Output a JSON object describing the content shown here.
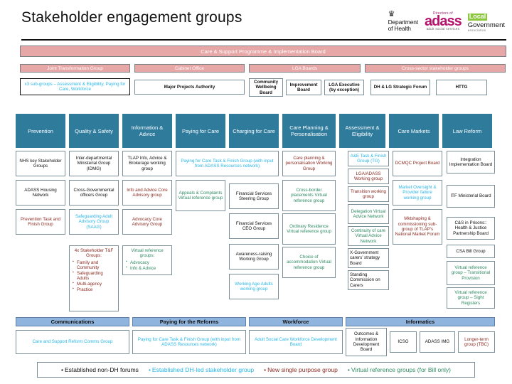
{
  "header": {
    "title": "Stakeholder engagement groups",
    "logos": [
      {
        "name": "department-of-health-logo",
        "crown": "♛",
        "line1": "Department",
        "line2": "of Health"
      },
      {
        "name": "adass-logo",
        "top": "Directors of",
        "word": "adass",
        "sub": "adult social services"
      },
      {
        "name": "local-government-association-logo",
        "line1": "Local",
        "line2": "Government",
        "line3": "association"
      }
    ]
  },
  "top": {
    "programme_board": "Care & Support Programme & Implementation Board",
    "streams": [
      "Joint Transformation Group",
      "Cabinet Office",
      "LGA Boards",
      "Cross-sector stakeholder groups"
    ],
    "second_row": [
      {
        "label": "x3 sub-groups – Assessment & Eligibility, Paying for Care, Workforce",
        "colour": "cyan",
        "style": "thickdark"
      },
      {
        "label": "Major Projects Authority",
        "colour": "black",
        "style": "plain"
      },
      {
        "label": "Community Wellbeing Board",
        "colour": "black",
        "style": "plain"
      },
      {
        "label": "Improvement Board",
        "colour": "black",
        "style": "plain"
      },
      {
        "label": "LGA Executive (by exception)",
        "colour": "black",
        "style": "plain"
      },
      {
        "label": "DH & LG Strategic Forum",
        "colour": "black",
        "style": "plain"
      },
      {
        "label": "HTTG",
        "colour": "black",
        "style": "plain"
      }
    ]
  },
  "workstreams": [
    "Prevention",
    "Quality & Safety",
    "Information & Advice",
    "Paying for Care",
    "Charging for Care",
    "Care Planning & Personalisation",
    "Assessment & Eligibility",
    "Care Markets",
    "Law Reform"
  ],
  "groups": {
    "prevention": [
      {
        "label": "NHS key Stakeholder Groups",
        "colour": "black"
      },
      {
        "label": "ADASS Housing Network",
        "colour": "black"
      },
      {
        "label": "Prevention Task and Finish Group",
        "colour": "red"
      }
    ],
    "quality_safety": [
      {
        "label": "Inter-departmental Ministerial Group (IDMG)",
        "colour": "black"
      },
      {
        "label": "Cross-Governmental officers Group",
        "colour": "black"
      },
      {
        "label": "Safeguarding Adult Advisory Group (SAAG)",
        "colour": "cyan"
      }
    ],
    "quality_safety_list": {
      "heading": "4x Stakeholder T&F Groups:",
      "colour": "red",
      "items": [
        "Family and Community",
        "Safeguarding Adults",
        "Multi-agency",
        "Practice"
      ]
    },
    "information_advice": [
      {
        "label": "TLAP Info, Advice & Brokerage working group",
        "colour": "black"
      },
      {
        "label": "Info and Advice Core Advisory group",
        "colour": "red"
      },
      {
        "label": "Advocacy Core Advisory Group",
        "colour": "red"
      }
    ],
    "information_advice_list": {
      "heading": "Virtual reference groups:",
      "colour": "green",
      "items": [
        "Advocacy",
        "Info & Advice"
      ]
    },
    "paying_charging_span": {
      "label": "Paying for Care Task & Finish Group (with input from ADASS Resources network)",
      "colour": "cyan"
    },
    "paying_for_care": [
      {
        "label": "Appeals & Complaints Virtual reference group",
        "colour": "green"
      }
    ],
    "charging_for_care": [
      {
        "label": "Financial Services Steering Group",
        "colour": "black"
      },
      {
        "label": "Financial Services CEO Group",
        "colour": "black"
      },
      {
        "label": "Awareness-raising Working Group",
        "colour": "black"
      },
      {
        "label": "Working Age Adults  working group",
        "colour": "cyan"
      }
    ],
    "care_planning": [
      {
        "label": "Care planning & personalisation Working Group",
        "colour": "red"
      },
      {
        "label": "Cross-border placements Virtual reference group",
        "colour": "green"
      },
      {
        "label": "Ordinary Residence Virtual reference group",
        "colour": "green"
      },
      {
        "label": "Choice of accommodation Virtual reference group",
        "colour": "green"
      }
    ],
    "assessment_eligibility": [
      {
        "label": "A&E Task &  Finish Group (TG)",
        "colour": "cyan"
      },
      {
        "label": "LGA/ADASS Working group",
        "colour": "red"
      },
      {
        "label": "Transition working group",
        "colour": "red"
      },
      {
        "label": "Delegation Virtual Advice Network",
        "colour": "green"
      },
      {
        "label": "Continuity of care Virtual Advice Network",
        "colour": "green"
      },
      {
        "label": "X-Government carers’ strategy Board",
        "colour": "black",
        "align": "left"
      },
      {
        "label": "Standing Commission on Carers",
        "colour": "black",
        "align": "left"
      }
    ],
    "care_markets": [
      {
        "label": "DCMQC Project Board",
        "colour": "red"
      },
      {
        "label": "Market Oversight & Provider failure working group",
        "colour": "cyan"
      },
      {
        "label": "Mktshaping & commissioning sub-group of TLAP’s National Market Forum",
        "colour": "red"
      }
    ],
    "law_reform": [
      {
        "label": "Integration Implementation Board",
        "colour": "black"
      },
      {
        "label": "ITF Ministerial Board",
        "colour": "black"
      },
      {
        "label": "C&S in Prisons:: Health & Justice Partnership Board",
        "colour": "black"
      },
      {
        "label": "CSA Bill Group",
        "colour": "black"
      },
      {
        "label": "Virtual reference group – Transitional Provision",
        "colour": "green"
      },
      {
        "label": "Virtual reference group – Sight Registers",
        "colour": "green"
      }
    ]
  },
  "bottom": {
    "bands": [
      {
        "title": "Communications",
        "items": [
          {
            "label": "Care and Support Reform Comms Group",
            "colour": "cyan"
          }
        ]
      },
      {
        "title": "Paying for the Reforms",
        "items": [
          {
            "label": "Paying for Care Task & Finish Group (with input from  ADASS Resources network)",
            "colour": "cyan"
          }
        ]
      },
      {
        "title": "Workforce",
        "items": [
          {
            "label": "Adult Social Care Workforce Development Board",
            "colour": "cyan"
          }
        ]
      },
      {
        "title": "Informatics",
        "items": [
          {
            "label": "Outcomes & Information Development Board",
            "colour": "black"
          },
          {
            "label": "ICSG",
            "colour": "black"
          },
          {
            "label": "ADASS IMG",
            "colour": "black"
          },
          {
            "label": "Longer-term group (TBC)",
            "colour": "red"
          }
        ]
      }
    ]
  },
  "legend": [
    {
      "label": "Established non-DH forums",
      "colour": "black"
    },
    {
      "label": "Established DH-led stakeholder group",
      "colour": "cyan"
    },
    {
      "label": "New single purpose group",
      "colour": "red"
    },
    {
      "label": "Virtual reference groups (for Bill only)",
      "colour": "green"
    }
  ],
  "colors": {
    "teal": "#2f7b9c",
    "pink": "#e8a7a7",
    "blue": "#8fb4dd",
    "cyan_text": "#29b6e8",
    "red_text": "#8c2b22",
    "green_text": "#2e8b62"
  }
}
